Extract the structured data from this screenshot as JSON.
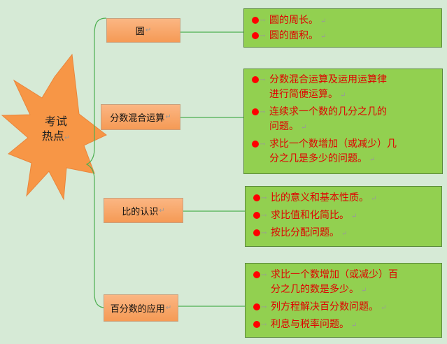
{
  "hub": {
    "line1": "考试",
    "line2": "热点"
  },
  "return_mark": "↵",
  "arrow_mark": "→",
  "topics": [
    {
      "label": "圆",
      "items": [
        "圆的周长。",
        "圆的面积。"
      ]
    },
    {
      "label": "分数混合运算",
      "items": [
        [
          "分数混合运算及运用运算律",
          "进行简便运算。"
        ],
        [
          "连续求一个数的几分之几的",
          "问题。"
        ],
        [
          "求比一个数增加（或减少）几",
          "分之几是多少的问题。"
        ]
      ]
    },
    {
      "label": "比的认识",
      "items": [
        "比的意义和基本性质。",
        "求比值和化简比。",
        "按比分配问题。"
      ]
    },
    {
      "label": "百分数的应用",
      "items": [
        [
          "求比一个数增加（或减少）百",
          "分之几的数是多少。"
        ],
        "列方程解决百分数问题。",
        "利息与税率问题。"
      ]
    }
  ],
  "colors": {
    "background": "#d6ead6",
    "star_fill": "#f79646",
    "topic_fill": "#f8a86a",
    "panel_fill": "#92d050",
    "panel_text": "#e00000",
    "connector": "#4caf50"
  }
}
